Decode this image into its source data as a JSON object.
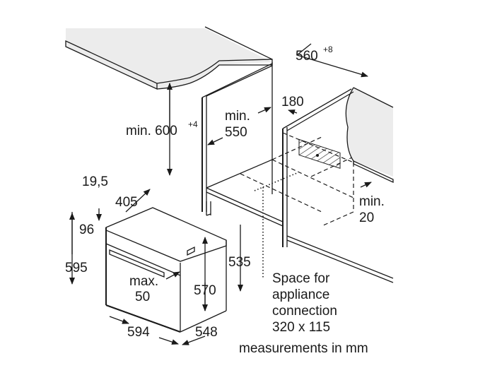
{
  "diagram": {
    "title": "Built-in oven installation dimensions",
    "colors": {
      "line": "#1a1a1a",
      "surface": "#ececec",
      "background": "#ffffff"
    },
    "labels": {
      "niche_depth": "560",
      "niche_depth_tol": "+8",
      "cutout_180": "180",
      "min_height_prefix": "min. 600",
      "min_height_tol": "+4",
      "min_550_line1": "min.",
      "min_550_line2": "550",
      "min_20_line1": "min.",
      "min_20_line2": "20",
      "dim_19_5": "19,5",
      "dim_405": "405",
      "dim_96": "96",
      "dim_595": "595",
      "dim_535": "535",
      "dim_570": "570",
      "max_50_line1": "max.",
      "max_50_line2": "50",
      "dim_594": "594",
      "dim_548": "548",
      "space_line1": "Space for",
      "space_line2": "appliance",
      "space_line3": "connection",
      "space_line4": "320 x 115",
      "units_note": "measurements in mm"
    }
  }
}
